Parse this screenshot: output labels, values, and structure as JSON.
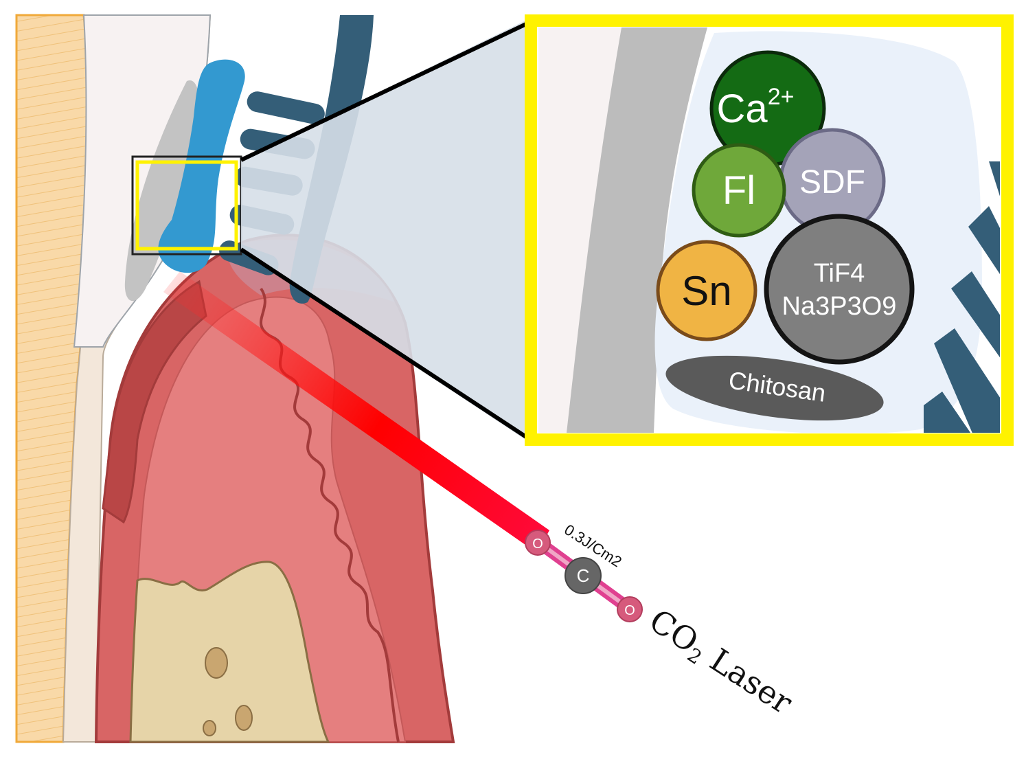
{
  "colors": {
    "enamel": "#f7f2f2",
    "dentin": "#f3e7da",
    "outer_stripe": "#f9d9a8",
    "gum": "#d86565",
    "gum_dark": "#a33b3b",
    "gum_light": "#e57f7f",
    "bone": "#e6d4a8",
    "brush": "#345e78",
    "blue_coat": "#3399d0",
    "highlight": "#fff200",
    "laser": "#ff1010",
    "inset_bg": "#eaf1fa"
  },
  "inset": {
    "ions": {
      "calcium": {
        "label": "Ca",
        "superscript": "2+",
        "color": "#146b14"
      },
      "fluoride": {
        "label": "Fl",
        "color": "#6fa83a"
      },
      "sdf": {
        "label": "SDF",
        "color": "#a4a3b8"
      },
      "tin": {
        "label": "Sn",
        "color": "#f0b444"
      },
      "tif4": {
        "label_line1": "TiF4",
        "label_line2": "Na3P3O9",
        "color": "#7f7f7f"
      },
      "chitosan": {
        "label": "Chitosan",
        "color": "#5a5a5a"
      }
    }
  },
  "laser": {
    "dose": "0.3J/Cm2",
    "molecule": {
      "oxygen_left": "O",
      "carbon": "C",
      "oxygen_right": "O"
    },
    "label_main": "CO",
    "label_sub": "2",
    "label_rest": " Laser"
  }
}
